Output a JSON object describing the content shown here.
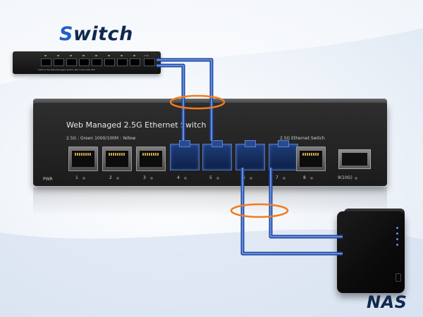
{
  "headings": {
    "switch_first": "S",
    "switch_rest": "witch",
    "nas": "NAS"
  },
  "main_switch": {
    "product_name": "Web Managed 2.5G Ethernet Switch",
    "speed_legend": "2.5G : Green     1000/100M : Yellow",
    "series_label": "2.5G Ethernet Switch",
    "pwr_label": "PWR",
    "ports": [
      {
        "label": "1",
        "connected": false
      },
      {
        "label": "2",
        "connected": false
      },
      {
        "label": "3",
        "connected": false
      },
      {
        "label": "4",
        "connected": true
      },
      {
        "label": "5",
        "connected": true
      },
      {
        "label": "6",
        "connected": true
      },
      {
        "label": "7",
        "connected": true
      },
      {
        "label": "8",
        "connected": false
      }
    ],
    "sfp_label": "9(10G)"
  },
  "mini_switch": {
    "caption": "8-Port 2.5G Web Managed Switch with 1-Port 10G SFP",
    "badge": "2.5G"
  },
  "colors": {
    "cable": "#1e49a6",
    "cable_highlight": "#7fa3e8",
    "ring": "#f07c1e",
    "accent": "#1f5fc2",
    "heading_dark": "#10294f"
  }
}
